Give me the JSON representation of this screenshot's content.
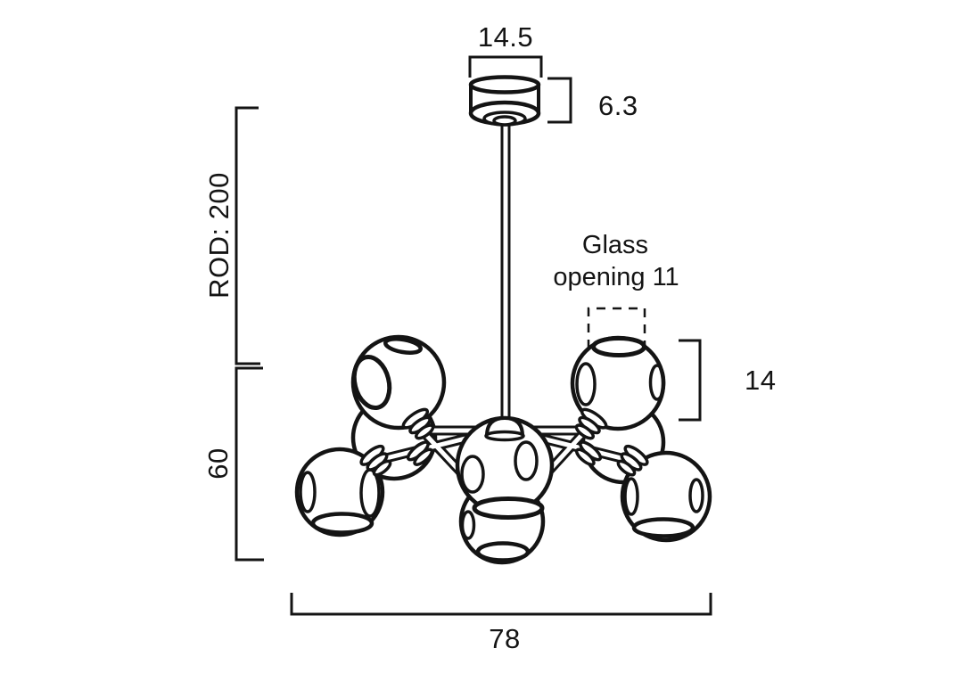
{
  "title": "Chandelier technical line drawing with dimensions",
  "colors": {
    "ink": "#141414",
    "background": "#ffffff"
  },
  "annotations": {
    "canopy_width": "14.5",
    "canopy_height": "6.3",
    "rod_length": "ROD: 200",
    "body_height": "60",
    "glass_opening_line1": "Glass",
    "glass_opening_line2": "opening 11",
    "shade_height": "14",
    "overall_width": "78"
  }
}
